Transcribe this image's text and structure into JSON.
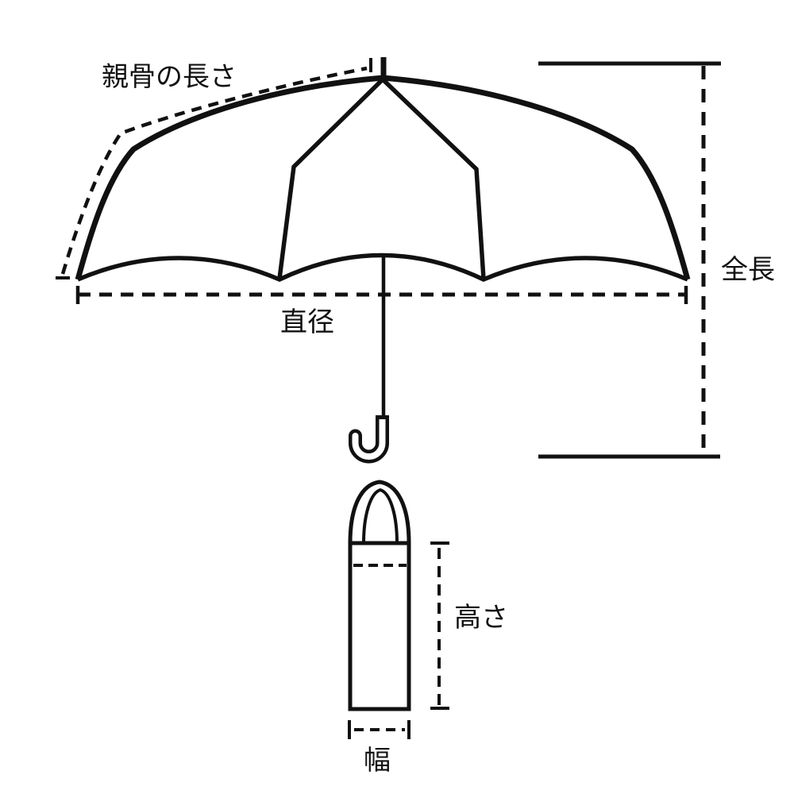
{
  "diagram": {
    "type": "umbrella-measurement-diagram",
    "labels": {
      "rib_length": "親骨の長さ",
      "diameter": "直径",
      "total_length": "全長",
      "height": "高さ",
      "width": "幅"
    },
    "colors": {
      "line": "#111111",
      "background": "#ffffff"
    }
  }
}
